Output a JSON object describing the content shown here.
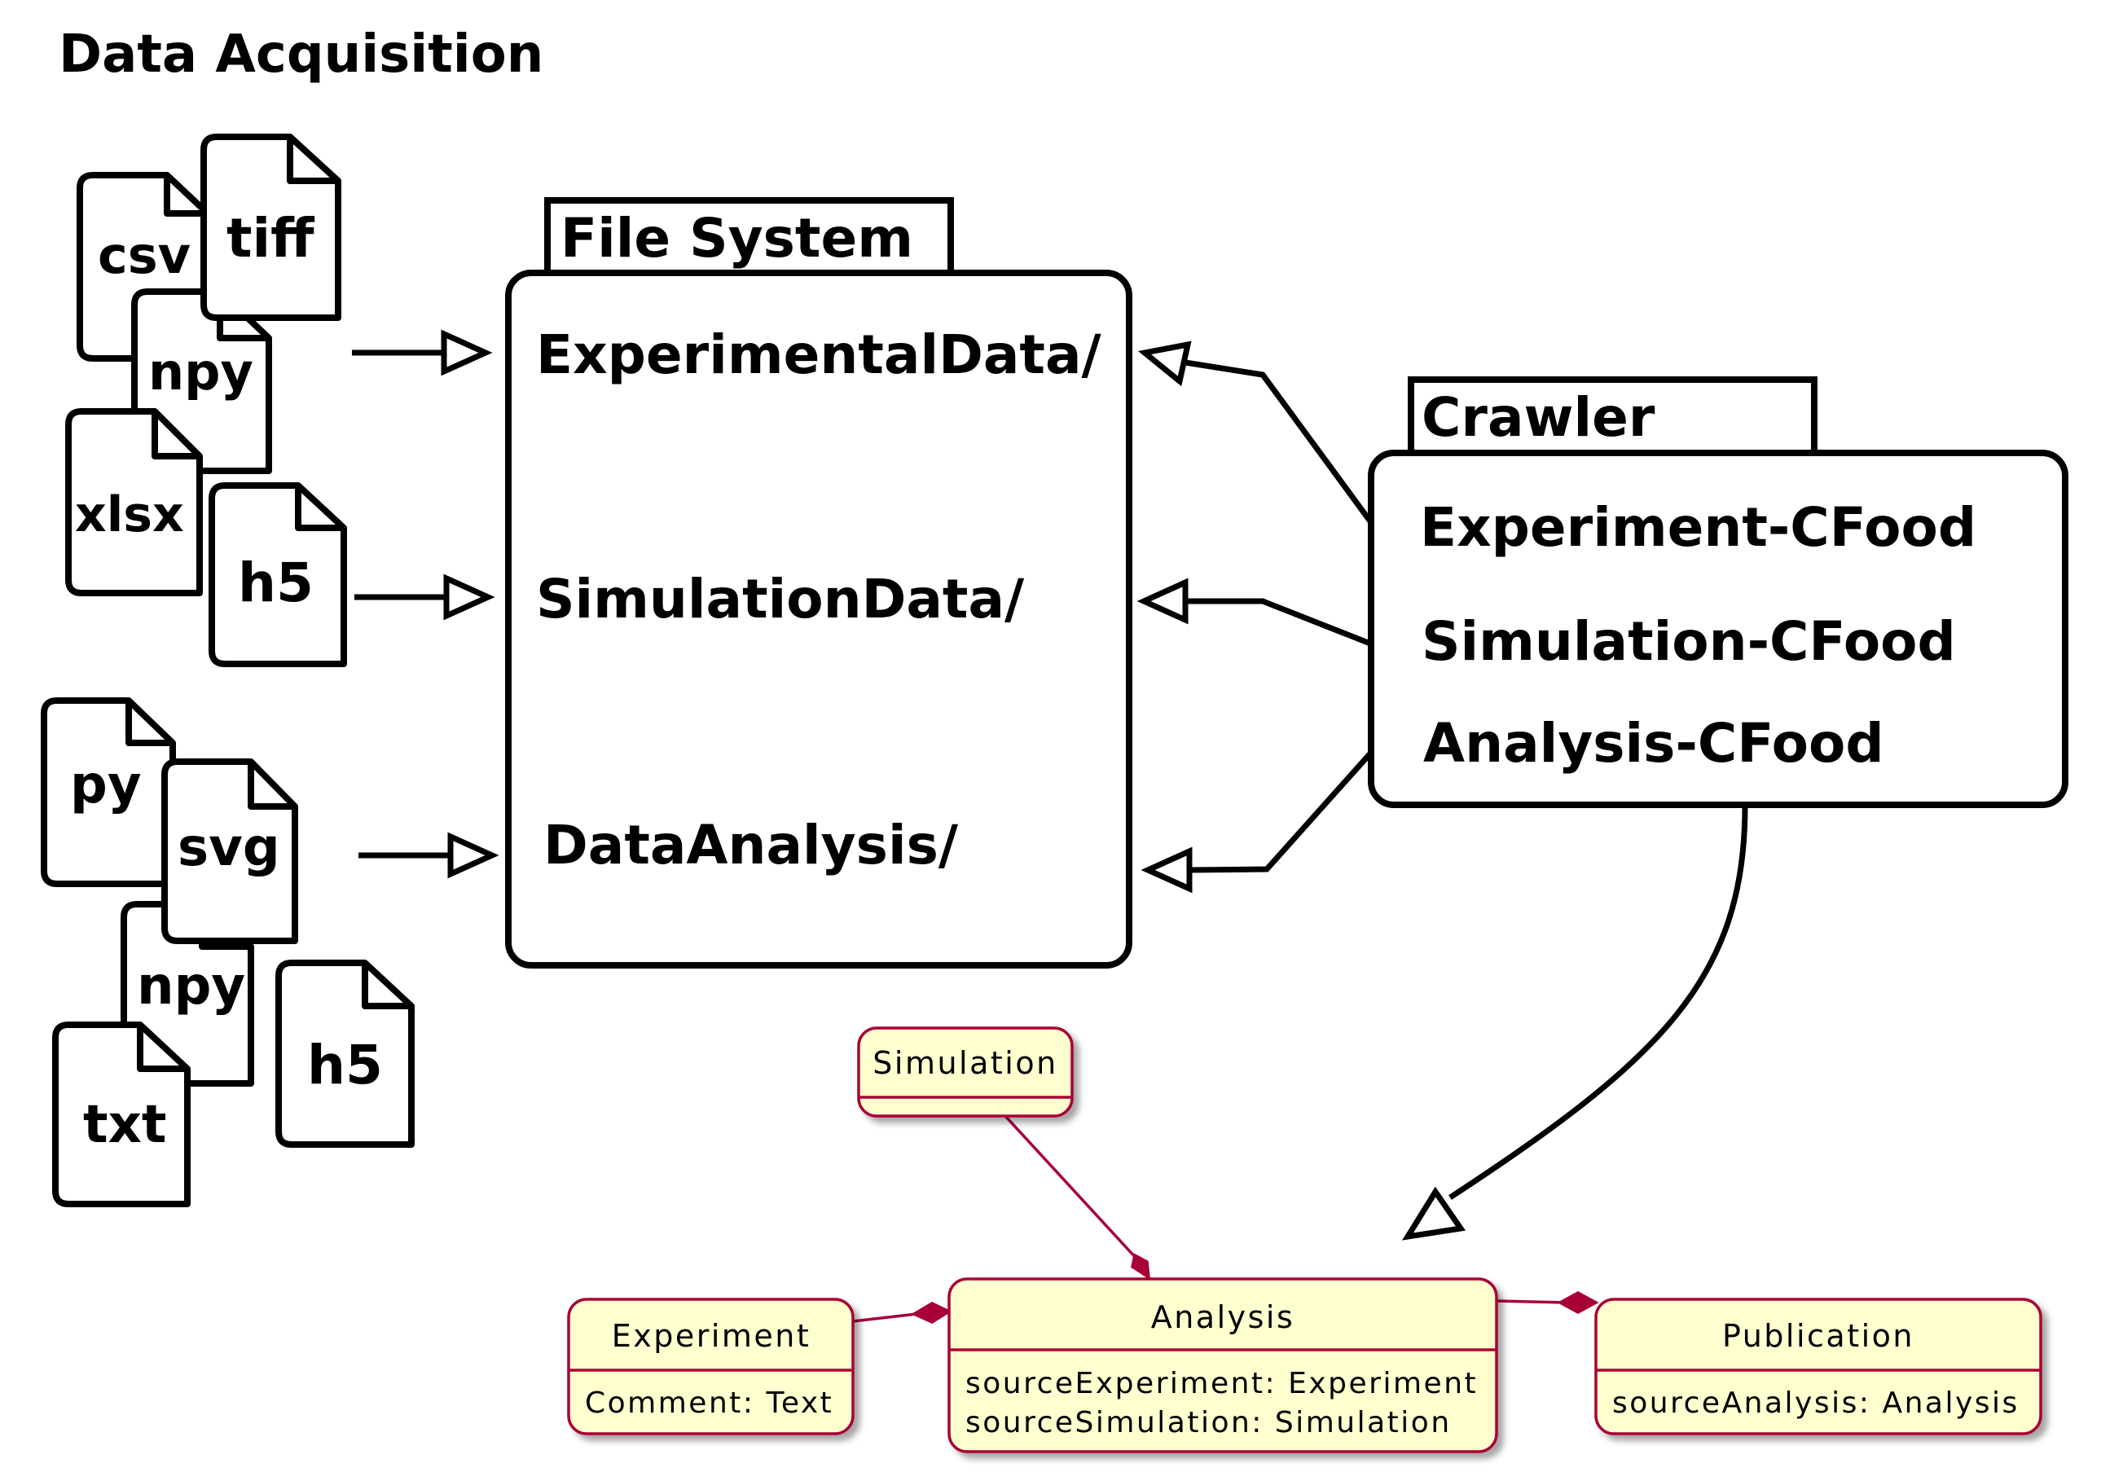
{
  "title": "Data Acquisition",
  "file_system": {
    "label": "File System",
    "folders": [
      "ExperimentalData/",
      "SimulationData/",
      "DataAnalysis/"
    ]
  },
  "crawler": {
    "label": "Crawler",
    "cfoods": [
      "Experiment-CFood",
      "Simulation-CFood",
      "Analysis-CFood"
    ]
  },
  "file_groups": {
    "group1": [
      "csv",
      "tiff",
      "npy",
      "xlsx",
      "h5"
    ],
    "group2": [
      "py",
      "svg",
      "npy",
      "txt",
      "h5"
    ]
  },
  "classes": {
    "simulation": {
      "name": "Simulation",
      "attributes": []
    },
    "experiment": {
      "name": "Experiment",
      "attributes": [
        "Comment: Text"
      ]
    },
    "analysis": {
      "name": "Analysis",
      "attributes": [
        "sourceExperiment: Experiment",
        "sourceSimulation: Simulation"
      ]
    },
    "publication": {
      "name": "Publication",
      "attributes": [
        "sourceAnalysis: Analysis"
      ]
    }
  },
  "colors": {
    "uml_fill": "#fefece",
    "uml_border": "#a80036",
    "ink": "#000000"
  }
}
